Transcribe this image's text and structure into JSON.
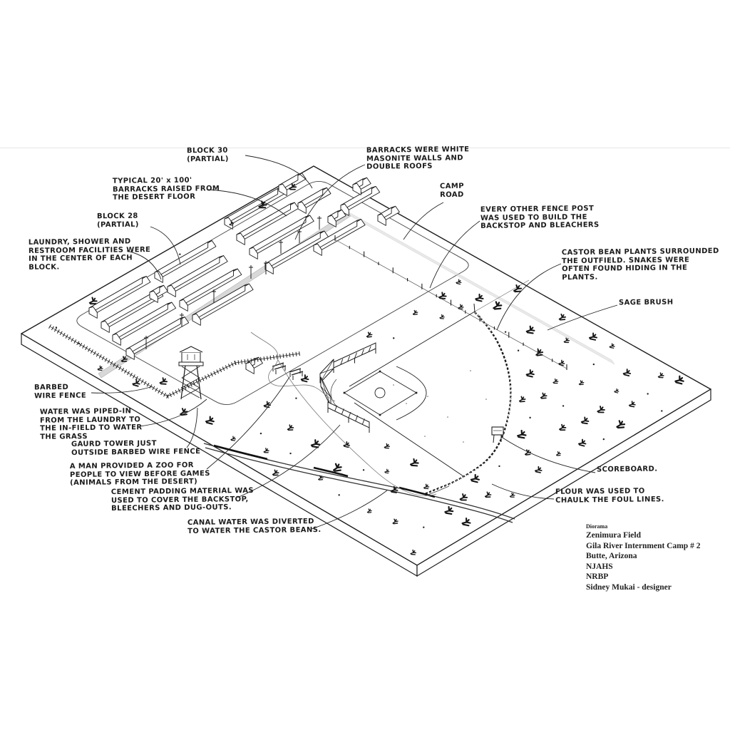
{
  "title": "Zenimura Field diorama sketch",
  "annotations": [
    {
      "id": "block-30",
      "text": "BLOCK 30\n(PARTIAL)"
    },
    {
      "id": "barracks-white",
      "text": "BARRACKS WERE WHITE\nMASONITE WALLS AND\nDOUBLE ROOFS"
    },
    {
      "id": "typical-barracks",
      "text": "TYPICAL 20' x 100'\nBARRACKS RAISED FROM\nTHE DESERT FLOOR"
    },
    {
      "id": "block-28",
      "text": "BLOCK 28\n(PARTIAL)"
    },
    {
      "id": "laundry",
      "text": "LAUNDRY, SHOWER AND\nRESTROOM FACILITIES WERE\nIN THE CENTER OF EACH\nBLOCK."
    },
    {
      "id": "camp-road",
      "text": "CAMP\nROAD"
    },
    {
      "id": "fence-post",
      "text": "EVERY OTHER FENCE POST\nWAS USED TO BUILD THE\nBACKSTOP AND BLEACHERS"
    },
    {
      "id": "castor-beans",
      "text": "CASTOR BEAN PLANTS SURROUNDED\nTHE OUTFIELD. SNAKES WERE\nOFTEN FOUND HIDING IN THE\nPLANTS."
    },
    {
      "id": "sage-brush",
      "text": "SAGE BRUSH"
    },
    {
      "id": "barbed-wire",
      "text": "BARBED\nWIRE FENCE"
    },
    {
      "id": "water-piped",
      "text": "WATER WAS PIPED-IN\nFROM THE LAUNDRY TO\nTHE IN-FIELD TO WATER\nTHE GRASS"
    },
    {
      "id": "guard-tower",
      "text": "GAURD TOWER JUST\nOUTSIDE BARBED WIRE FENCE"
    },
    {
      "id": "zoo",
      "text": "A MAN PROVIDED A ZOO FOR\nPEOPLE TO VIEW BEFORE GAMES\n(ANIMALS FROM THE DESERT)"
    },
    {
      "id": "cement",
      "text": "CEMENT PADDING MATERIAL WAS\nUSED TO COVER THE BACKSTOP,\nBLEECHERS AND DUG-OUTS."
    },
    {
      "id": "canal-water",
      "text": "CANAL WATER WAS DIVERTED\nTO WATER THE CASTOR BEANS."
    },
    {
      "id": "scoreboard",
      "text": "SCOREBOARD."
    },
    {
      "id": "flour",
      "text": "FLOUR WAS USED TO\nCHAULK THE FOUL LINES."
    }
  ],
  "caption": {
    "lines": [
      "Diorama",
      "Zenimura  Field",
      "Gila River Internment Camp # 2",
      "Butte, Arizona",
      "NJAHS",
      "NRBP",
      "Sidney Mukai - designer"
    ]
  },
  "ink_color": "#1c1c1c",
  "road_color": "#d8d8d8"
}
